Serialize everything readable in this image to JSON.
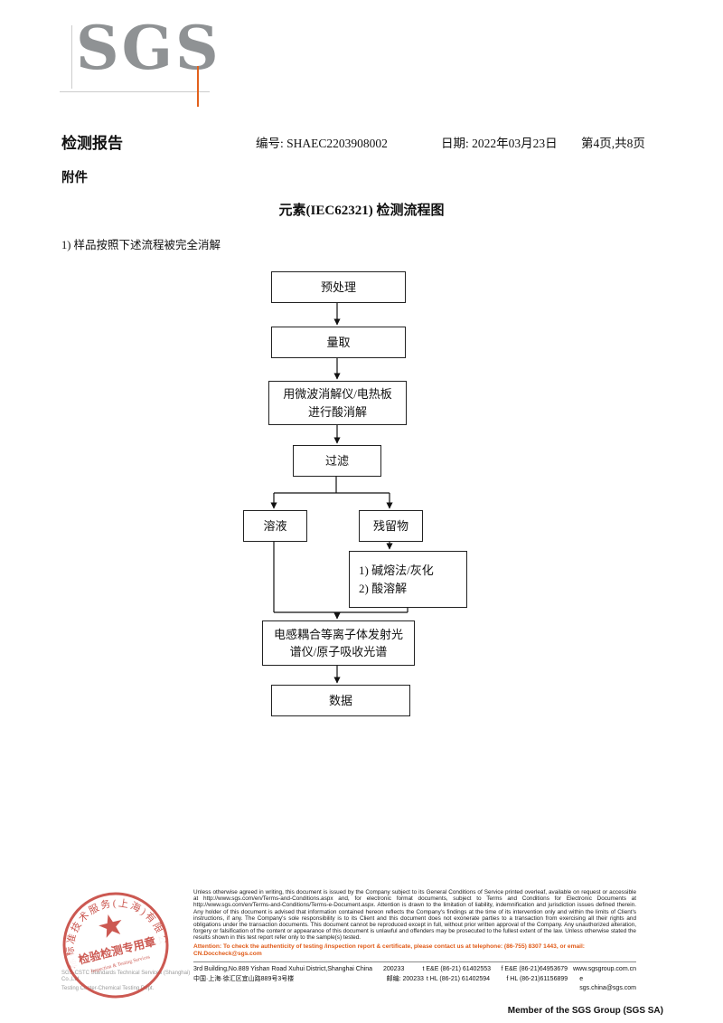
{
  "header": {
    "logo": "SGS",
    "report_title": "检测报告",
    "no_label": "编号:",
    "no_value": "SHAEC2203908002",
    "date_label": "日期:",
    "date_value": "2022年03月23日",
    "page_info": "第4页,共8页"
  },
  "section": {
    "attachment_label": "附件",
    "flow_title": "元素(IEC62321) 检测流程图",
    "note": "1) 样品按照下述流程被完全消解"
  },
  "flowchart": {
    "pretreatment": "预处理",
    "measure": "量取",
    "acid_digestion": "用微波消解仪/电热板\n进行酸消解",
    "filter": "过滤",
    "solution": "溶液",
    "residue": "残留物",
    "alkali": "1) 碱熔法/灰化\n2) 酸溶解",
    "icp": "电感耦合等离子体发射光\n谱仪/原子吸收光谱",
    "data": "数据"
  },
  "stamp": {
    "ring_text": "通标标准技术服务(上海)有限公司",
    "band_text": "检验检测专用章",
    "sub_text": "Inspection & Testing Services"
  },
  "footer": {
    "company_line1": "SGS-CSTC Standards Technical Services (Shanghai) Co.,Ltd.",
    "company_line2": "Testing Center-Chemical Testing Dept.",
    "disclaimer": "Unless otherwise agreed in writing, this document is issued by the Company subject to its General Conditions of Service printed overleaf, available on request or accessible at http://www.sgs.com/en/Terms-and-Conditions.aspx and, for electronic format documents, subject to Terms and Conditions for Electronic Documents at http://www.sgs.com/en/Terms-and-Conditions/Terms-e-Document.aspx. Attention is drawn to the limitation of liability, indemnification and jurisdiction issues defined therein. Any holder of this document is advised that information contained hereon reflects the Company's findings at the time of its intervention only and within the limits of Client's instructions, if any. The Company's sole responsibility is to its Client and this document does not exonerate parties to a transaction from exercising all their rights and obligations under the transaction documents. This document cannot be reproduced except in full, without prior written approval of the Company. Any unauthorized alteration, forgery or falsification of the content or appearance of this document is unlawful and offenders may be prosecuted to the fullest extent of the law. Unless otherwise stated the results shown in this test report refer only to the sample(s) tested.",
    "attention": "Attention: To check the authenticity of testing /inspection report & certificate, please contact us at telephone: (86-755) 8307 1443, or email: CN.Doccheck@sgs.com",
    "address_rows": [
      {
        "addr": "3rd Building,No.889 Yishan Road Xuhui District,Shanghai China",
        "post": "200233",
        "tel": "t E&E (86-21) 61402553",
        "fax": "f E&E (86-21)64953679",
        "web": "www.sgsgroup.com.cn"
      },
      {
        "addr": "中国·上海·徐汇区宜山路889号3号楼",
        "post": "邮编: 200233",
        "tel": "t HL (86-21) 61402594",
        "fax": "f HL (86-21)61156899",
        "web": "e sgs.china@sgs.com"
      }
    ],
    "member": "Member of the SGS Group (SGS SA)"
  }
}
